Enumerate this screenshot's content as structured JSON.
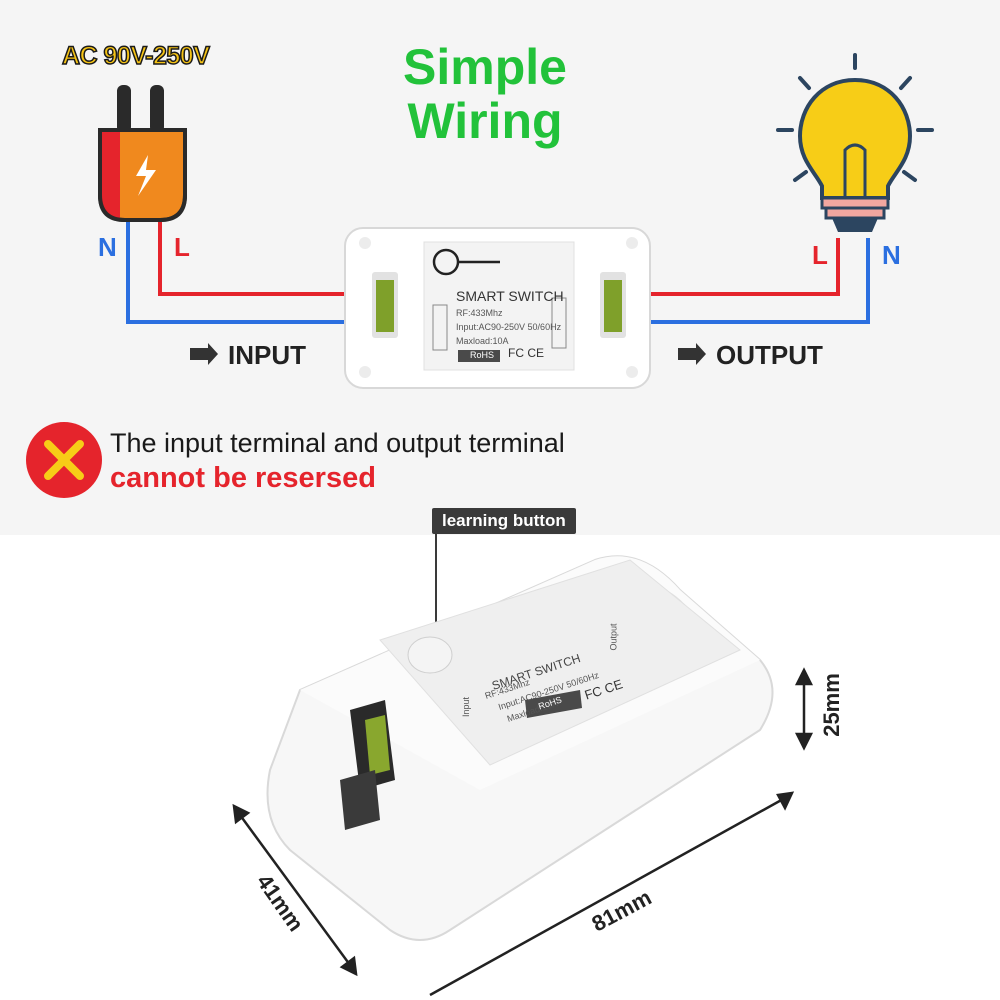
{
  "title": {
    "line1": "Simple",
    "line2": "Wiring"
  },
  "voltage": "AC 90V-250V",
  "pins": {
    "input_n": "N",
    "input_l": "L",
    "output_l": "L",
    "output_n": "N"
  },
  "io": {
    "input": "INPUT",
    "output": "OUTPUT"
  },
  "device": {
    "brand": "SMART SWITCH",
    "rf": "RF:433Mhz",
    "input_spec": "Input:AC90-250V  50/60Hz",
    "maxload": "Maxload:10A",
    "rohs": "RoHS",
    "cert": "FC CE",
    "input_tag": "Input",
    "output_tag": "Output"
  },
  "warning": {
    "line1": "The input terminal and output terminal",
    "line2": "cannot be resersed"
  },
  "learning_button": "learning button",
  "dimensions": {
    "height": "25mm",
    "depth": "41mm",
    "width": "81mm"
  },
  "colors": {
    "title": "#22c23a",
    "live": "#e5242c",
    "neutral": "#2b6fe0",
    "plug": "#f0891e",
    "bulb": "#f7cd17",
    "warn": "#e5242c"
  }
}
